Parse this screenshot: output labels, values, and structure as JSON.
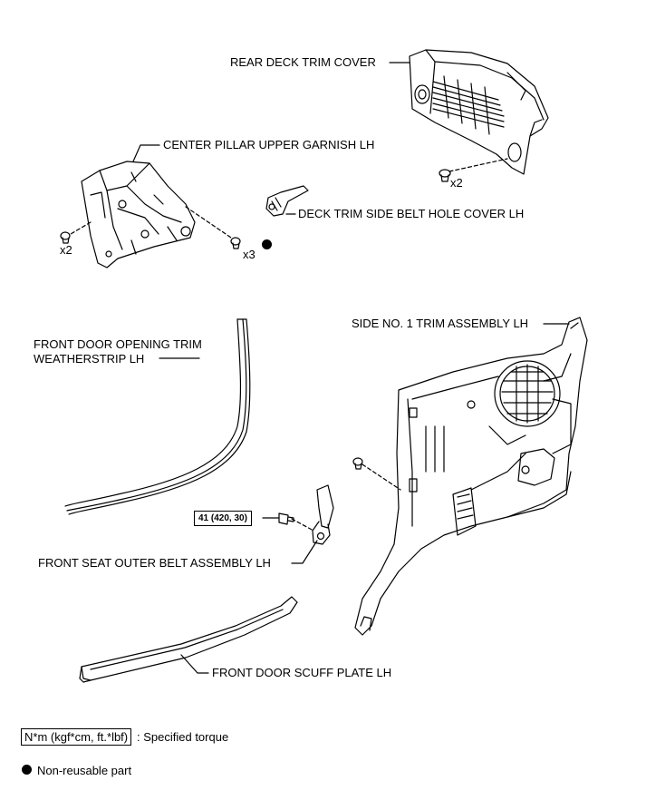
{
  "labels": {
    "rear_deck_trim_cover": "REAR DECK TRIM COVER",
    "center_pillar_upper_garnish": "CENTER PILLAR UPPER GARNISH LH",
    "deck_trim_side_belt_hole_cover": "DECK TRIM SIDE BELT HOLE COVER LH",
    "front_door_opening_trim_line1": "FRONT DOOR OPENING TRIM",
    "front_door_opening_trim_line2": "WEATHERSTRIP LH",
    "side_no1_trim_assembly": "SIDE NO. 1 TRIM ASSEMBLY LH",
    "front_seat_outer_belt": "FRONT SEAT OUTER BELT ASSEMBLY LH",
    "front_door_scuff_plate": "FRONT DOOR SCUFF PLATE LH"
  },
  "quantities": {
    "rear_deck_clips": "x2",
    "garnish_clips": "x2",
    "garnish_screws": "x3"
  },
  "torque": {
    "belt_bolt": "41 (420, 30)"
  },
  "legend": {
    "torque_units": "N*m (kgf*cm, ft.*lbf)",
    "torque_text": ": Specified torque",
    "non_reusable_text": "Non-reusable part"
  }
}
